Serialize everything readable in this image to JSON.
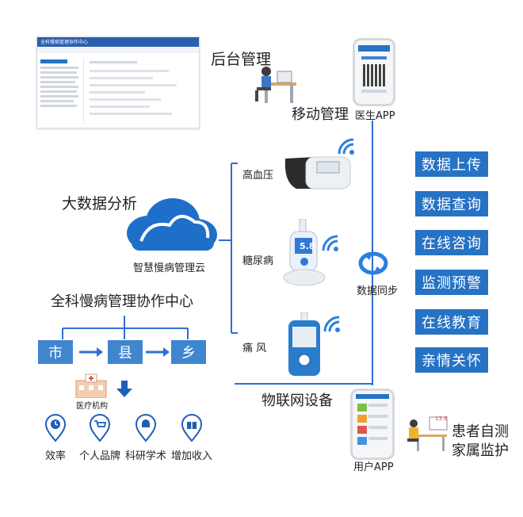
{
  "admin": {
    "title": "后台管理",
    "header_title": "全科慢病管理协作中心"
  },
  "mobile": {
    "title": "移动管理",
    "doctor_app_label": "医生APP"
  },
  "cloud": {
    "heading": "大数据分析",
    "label": "智慧慢病管理云"
  },
  "devices": {
    "items": [
      {
        "label": "高血压"
      },
      {
        "label": "糖尿病"
      },
      {
        "label": "痛 风"
      }
    ],
    "iot_label": "物联网设备",
    "glucose_reading": "5.8"
  },
  "sync": {
    "label": "数据同步"
  },
  "features": [
    "数据上传",
    "数据查询",
    "在线咨询",
    "监测预警",
    "在线教育",
    "亲情关怀"
  ],
  "center": {
    "heading": "全科慢病管理协作中心",
    "levels": [
      "市",
      "县",
      "乡"
    ],
    "institution_label": "医疗机构",
    "benefits": [
      "效率",
      "个人品牌",
      "科研学术",
      "增加收入"
    ]
  },
  "user_app": {
    "label": "用户APP"
  },
  "patient": {
    "line1": "患者自测",
    "line2": "家属监护",
    "screen_value": "13.6"
  },
  "colors": {
    "primary": "#2672c4",
    "box_blue": "#3f86cf",
    "cloud_blue": "#1e6fc9",
    "wifi_blue": "#2b7fe0",
    "line_blue": "#2f6fd0"
  }
}
